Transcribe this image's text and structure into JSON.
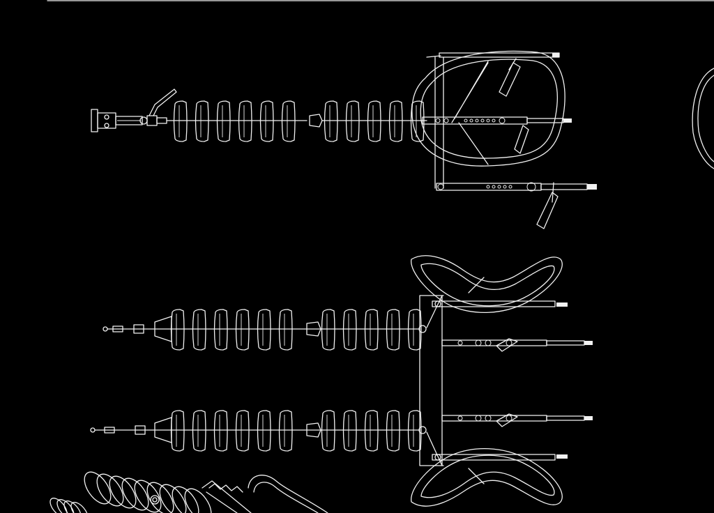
{
  "drawing": {
    "background_color": "#000000",
    "line_color": "#f2f2f2",
    "top_string": {
      "insulator_sheds_left_group": 6,
      "insulator_sheds_right_group": 5
    },
    "bottom_double_string": {
      "strings": 2,
      "insulator_sheds_left_group": 6,
      "insulator_sheds_right_group": 5
    }
  }
}
